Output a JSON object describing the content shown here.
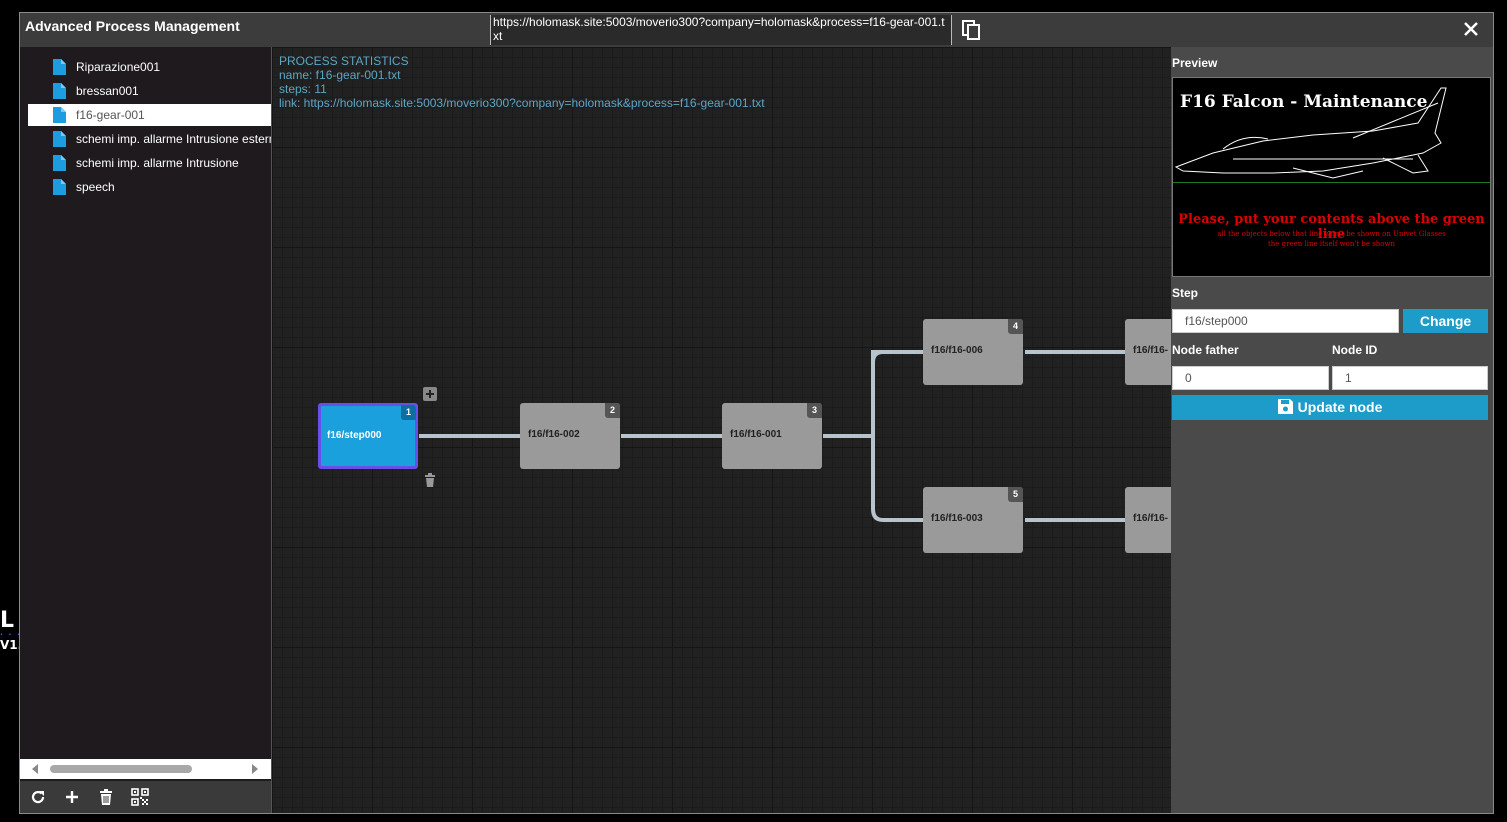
{
  "background": {
    "logo_text": "L",
    "logo_dots": "• • •",
    "version_text": "V1."
  },
  "window": {
    "title": "Advanced Process Management",
    "url": "https://holomask.site:5003/moverio300?company=holomask&process=f16-gear-001.txt",
    "copy_icon": "copy-icon",
    "close_icon": "close-icon"
  },
  "sidebar": {
    "items": [
      {
        "label": "Riparazione001",
        "selected": false
      },
      {
        "label": "bressan001",
        "selected": false
      },
      {
        "label": "f16-gear-001",
        "selected": true
      },
      {
        "label": "schemi imp. allarme Intrusione esterno",
        "selected": false
      },
      {
        "label": "schemi imp. allarme Intrusione",
        "selected": false
      },
      {
        "label": "speech",
        "selected": false
      }
    ],
    "toolbar_icons": [
      "refresh-icon",
      "plus-icon",
      "trash-icon",
      "qr-code-icon"
    ]
  },
  "canvas": {
    "stats": {
      "heading": "PROCESS STATISTICS",
      "name": "name: f16-gear-001.txt",
      "steps": "steps: 11",
      "link": "link: https://holomask.site:5003/moverio300?company=holomask&process=f16-gear-001.txt"
    },
    "nodes": [
      {
        "id": "1",
        "label": "f16/step000",
        "active": true
      },
      {
        "id": "2",
        "label": "f16/f16-002"
      },
      {
        "id": "3",
        "label": "f16/f16-001"
      },
      {
        "id": "4",
        "label": "f16/f16-006"
      },
      {
        "id": "5",
        "label": "f16/f16-003"
      },
      {
        "id": "",
        "label": "f16/f16-"
      },
      {
        "id": "",
        "label": "f16/f16-"
      }
    ]
  },
  "panel": {
    "preview_label": "Preview",
    "preview": {
      "title": "F16 Falcon - Maintenance",
      "warning": "Please, put your contents above the green line",
      "note1": "all the objects below that line won't be shown on Univet Glasses",
      "note2": "the green line itself won't be shown"
    },
    "step_label": "Step",
    "step_value": "f16/step000",
    "change_button": "Change",
    "node_father_label": "Node father",
    "node_father_value": "0",
    "node_id_label": "Node ID",
    "node_id_value": "1",
    "update_button": "Update node",
    "accent_color": "#1e9cc9"
  }
}
